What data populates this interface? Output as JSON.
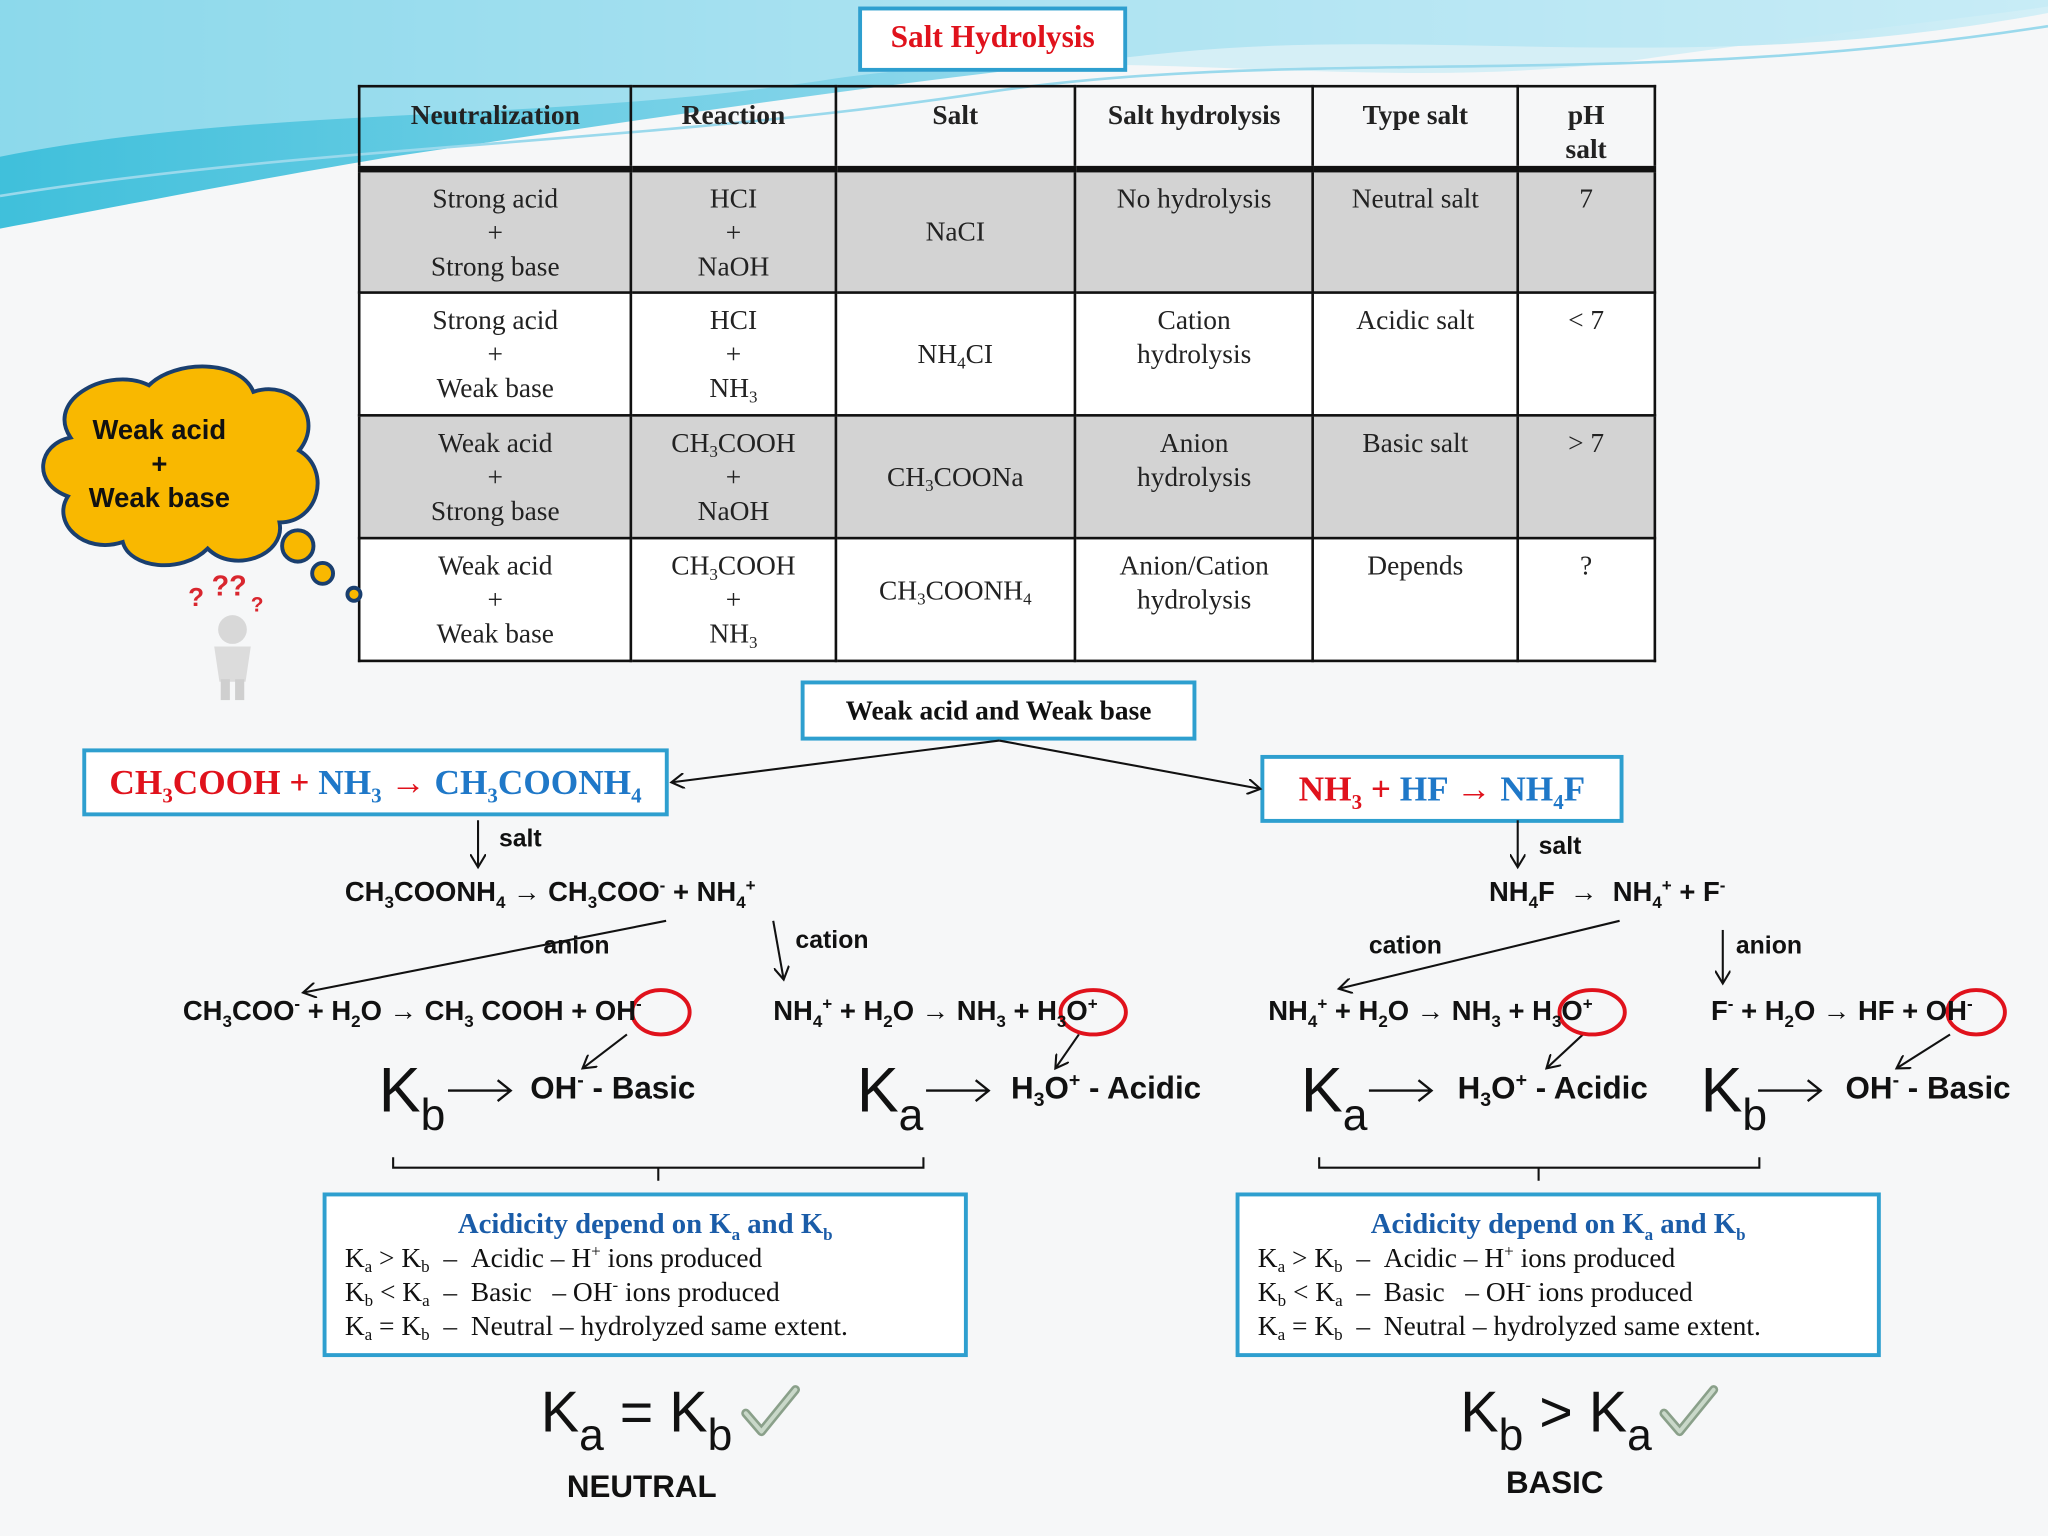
{
  "title": "Salt Hydrolysis",
  "table": {
    "headers": [
      "Neutralization",
      "Reaction",
      "Salt",
      "Salt hydrolysis",
      "Type salt",
      "pH salt"
    ],
    "rows": [
      {
        "neutralization": [
          "Strong acid",
          "+",
          "Strong base"
        ],
        "reaction": [
          "HCI",
          "+",
          "NaOH"
        ],
        "salt": "NaCI",
        "hydrolysis": [
          "No hydrolysis"
        ],
        "type": "Neutral salt",
        "ph": "7"
      },
      {
        "neutralization": [
          "Strong acid",
          "+",
          "Weak base"
        ],
        "reaction": [
          "HCI",
          "+",
          "NH3"
        ],
        "salt": "NH4CI",
        "hydrolysis": [
          "Cation",
          "hydrolysis"
        ],
        "type": "Acidic salt",
        "ph": "< 7"
      },
      {
        "neutralization": [
          "Weak acid",
          "+",
          "Strong base"
        ],
        "reaction": [
          "CH3COOH",
          "+",
          "NaOH"
        ],
        "salt": "CH3COONa",
        "hydrolysis": [
          "Anion",
          "hydrolysis"
        ],
        "type": "Basic salt",
        "ph": "> 7"
      },
      {
        "neutralization": [
          "Weak acid",
          "+",
          "Weak base"
        ],
        "reaction": [
          "CH3COOH",
          "+",
          "NH3"
        ],
        "salt": "CH3COONH4",
        "hydrolysis": [
          "Anion/Cation",
          "hydrolysis"
        ],
        "type": "Depends",
        "ph": "?"
      }
    ]
  },
  "bubble": {
    "line1": "Weak acid",
    "line2": "+",
    "line3": "Weak base"
  },
  "center_box": "Weak acid and Weak base",
  "left": {
    "salt_label": "salt",
    "anion_label": "anion",
    "cation_label": "cation",
    "conclusion": "NEUTRAL",
    "basic_text": "OH- - Basic",
    "acidic_text": "H3O+ - Acidic"
  },
  "right": {
    "salt_label": "salt",
    "cation_label": "cation",
    "anion_label": "anion",
    "conclusion": "BASIC",
    "basic_text": "OH- - Basic",
    "acidic_text": "H3O+ - Acidic"
  },
  "acidity_box": {
    "title": "Acidicity depend on Ka and Kb",
    "rules": [
      {
        "cmp": "Ka > Kb",
        "kind": "Acidic",
        "desc": "H+ ions produced"
      },
      {
        "cmp": "Kb < Ka",
        "kind": "Basic",
        "desc": "OH- ions produced"
      },
      {
        "cmp": "Ka = Kb",
        "kind": "Neutral",
        "desc": "hydrolyzed same extent."
      }
    ]
  },
  "colors": {
    "box_border": "#2e9fcf",
    "red": "#e0121c",
    "blue": "#1f78c8",
    "bubble": "#f9b800"
  }
}
